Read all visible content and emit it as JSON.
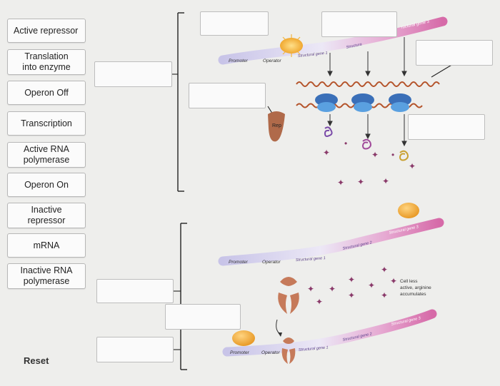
{
  "labels": [
    "Active repressor",
    "Translation into enzyme",
    "Operon Off",
    "Transcription",
    "Active RNA polymerase",
    "Operon On",
    "Inactive repressor",
    "mRNA",
    "Inactive RNA polymerase"
  ],
  "reset_label": "Reset",
  "diagram": {
    "promoter": "Promoter",
    "operator": "Operator",
    "structural_gene_1": "Structural gene 1",
    "structural_gene_2": "Structural gene 2",
    "structural_gene_3": "Structural gene 3",
    "structural_gene_2_short": "Structura",
    "structural_gene_3_cut": "ructural gene 3",
    "rep": "Rep",
    "cell_note_1": "Cell less",
    "cell_note_2": "active, arginine",
    "cell_note_3": "accumulates"
  }
}
